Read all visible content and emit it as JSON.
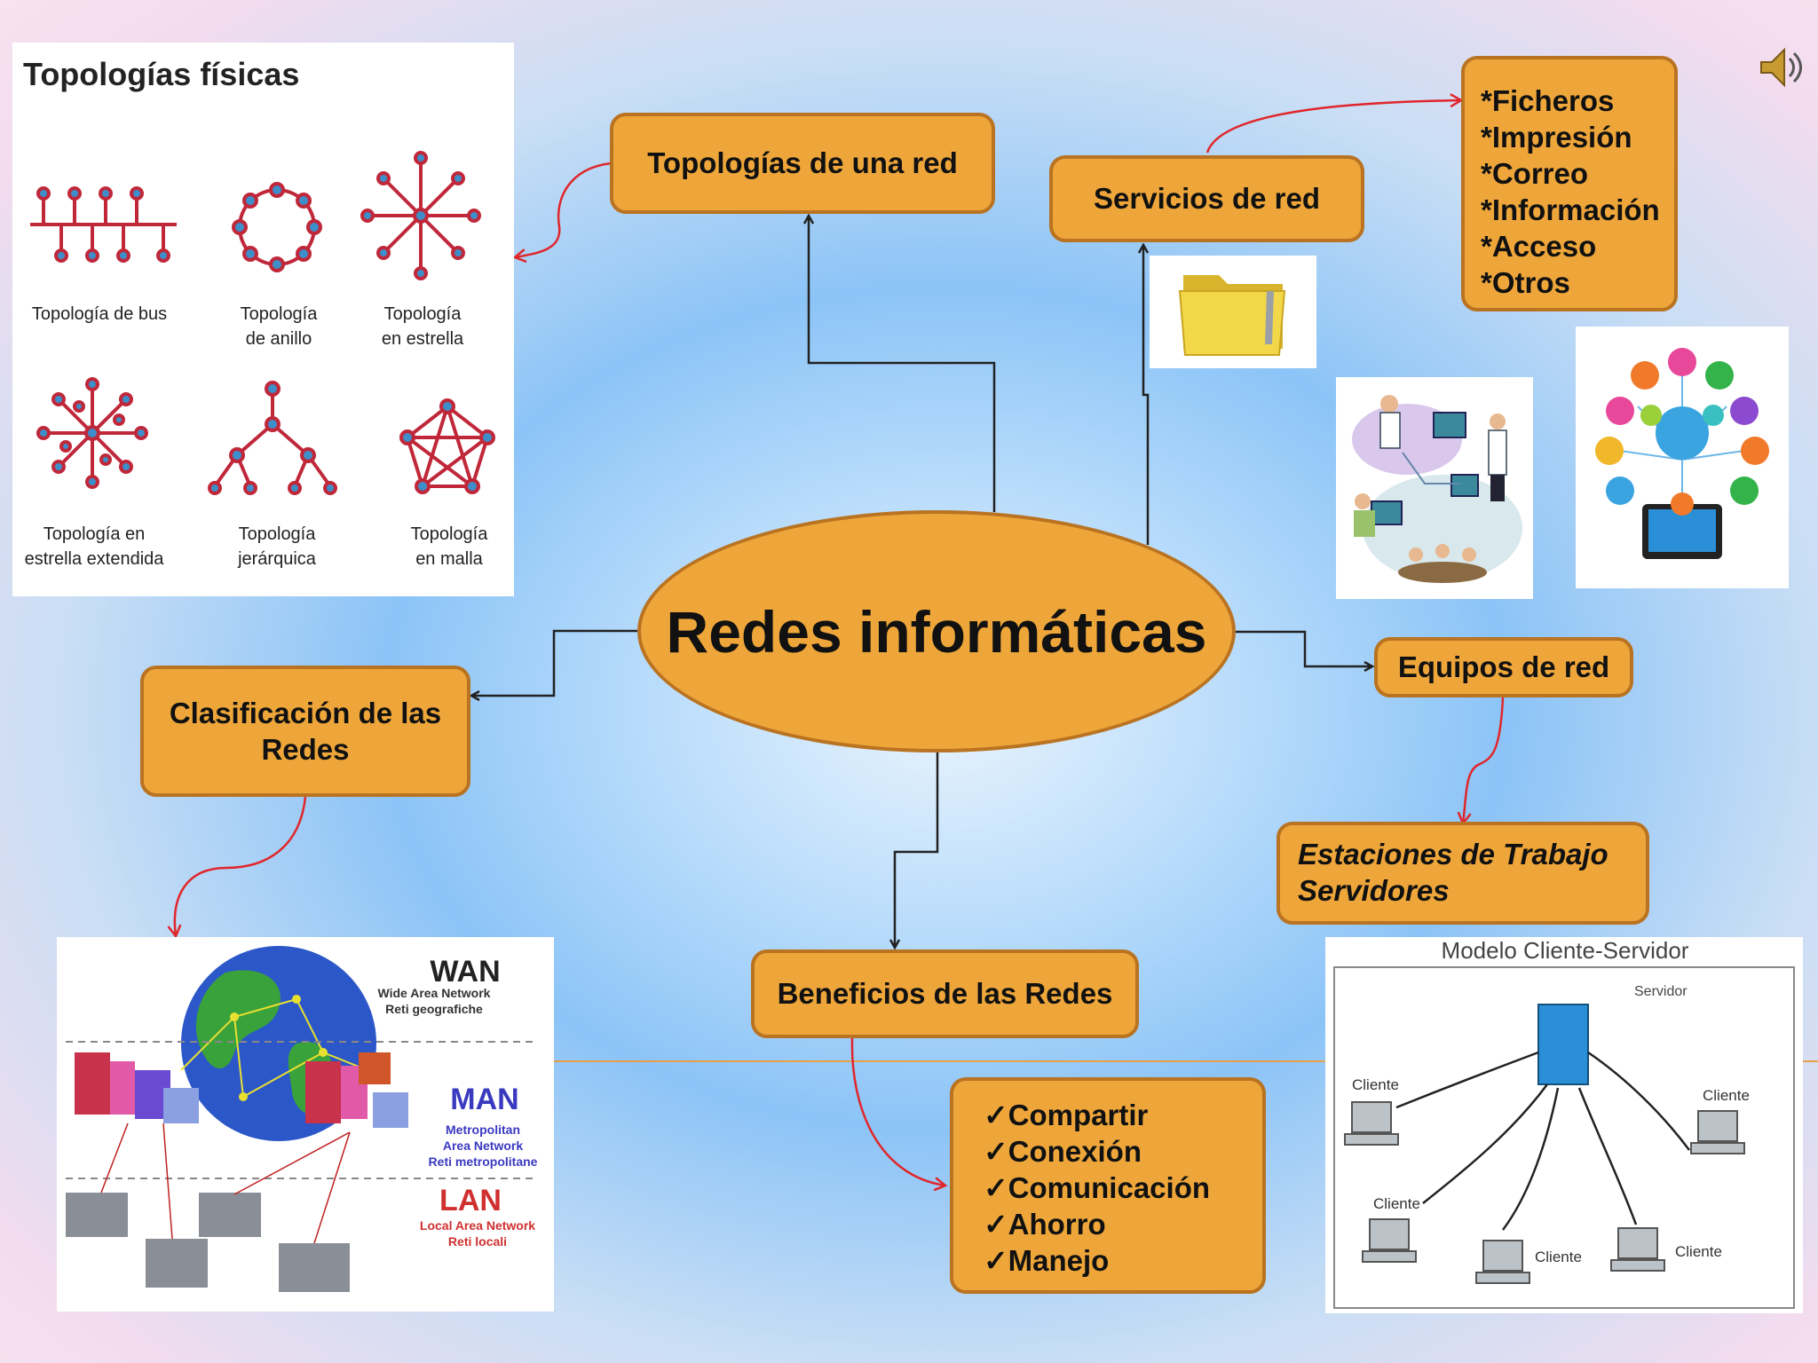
{
  "center": {
    "title": "Redes informáticas"
  },
  "nodes": {
    "topologias": "Topologías de una red",
    "servicios": "Servicios de red",
    "equipos": "Equipos de red",
    "clasificacion_l1": "Clasificación de las",
    "clasificacion_l2": "Redes",
    "beneficios": "Beneficios de las Redes"
  },
  "servicios_list": [
    "*Ficheros",
    "*Impresión",
    "*Correo",
    "*Información",
    "*Acceso",
    "*Otros"
  ],
  "estaciones": [
    "Estaciones de Trabajo",
    "Servidores"
  ],
  "beneficios_list": [
    "✓Compartir",
    "✓Conexión",
    "✓Comunicación",
    "✓Ahorro",
    "✓Manejo"
  ],
  "topologias_panel": {
    "title": "Topologías físicas",
    "items": [
      {
        "l1": "Topología de bus",
        "l2": ""
      },
      {
        "l1": "Topología",
        "l2": "de anillo"
      },
      {
        "l1": "Topología",
        "l2": "en estrella"
      },
      {
        "l1": "Topología en",
        "l2": "estrella extendida"
      },
      {
        "l1": "Topología",
        "l2": "jerárquica"
      },
      {
        "l1": "Topología",
        "l2": "en malla"
      }
    ]
  },
  "wan_panel": {
    "wan": "WAN",
    "wan_sub1": "Wide Area Network",
    "wan_sub2": "Reti geografiche",
    "man": "MAN",
    "man_sub1": "Metropolitan",
    "man_sub2": "Area Network",
    "man_sub3": "Reti metropolitane",
    "lan": "LAN",
    "lan_sub1": "Local Area Network",
    "lan_sub2": "Reti locali"
  },
  "cliente_servidor": {
    "title": "Modelo Cliente-Servidor",
    "server": "Servidor",
    "client": "Cliente"
  },
  "colors": {
    "box_fill": "#eea63a",
    "box_border": "#b97321",
    "connector": "#222222",
    "arrow_red": "#e0262b"
  },
  "icons": [
    "speaker-icon",
    "folder-icon"
  ]
}
